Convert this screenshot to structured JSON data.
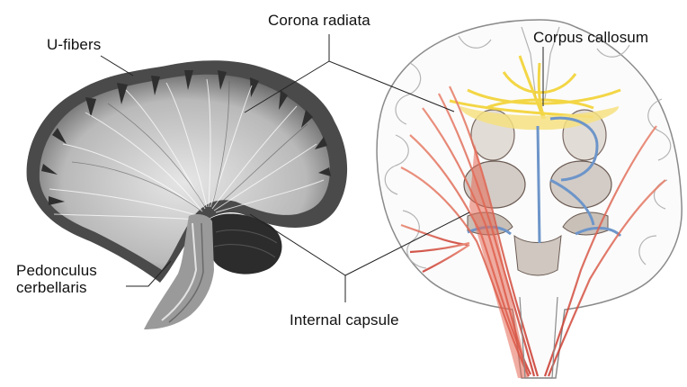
{
  "labels": {
    "u_fibers": "U-fibers",
    "corona_radiata": "Corona radiata",
    "corpus_callosum": "Corpus callosum",
    "pedonculus_line1": "Pedonculus",
    "pedonculus_line2": "cerbellaris",
    "internal_capsule": "Internal capsule"
  },
  "colors": {
    "background": "#ffffff",
    "text": "#111111",
    "leader_line": "#222222",
    "dissection_dark": "#3a3a3a",
    "dissection_light": "#d8d8d8",
    "corticospinal_red": "#d9462e",
    "callosal_yellow": "#f3d233",
    "thalamic_blue": "#6d95c9",
    "outline_gray": "#8a8a8a"
  }
}
